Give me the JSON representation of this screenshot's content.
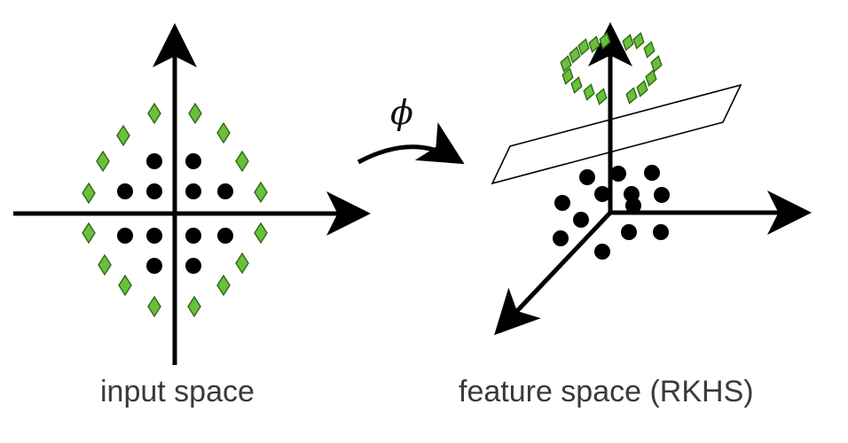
{
  "labels": {
    "input_space": "input space",
    "feature_space": "feature space (RKHS)",
    "mapping_symbol": "ϕ"
  },
  "colors": {
    "axis": "#000000",
    "class_a_fill": "#6abf3c",
    "class_a_stroke": "#2e6a12",
    "class_b_fill": "#000000",
    "plane_stroke": "#000000",
    "caption_text": "#3a3a3a"
  },
  "classes": {
    "class_a_marker": "diamond",
    "class_b_marker": "dot"
  }
}
